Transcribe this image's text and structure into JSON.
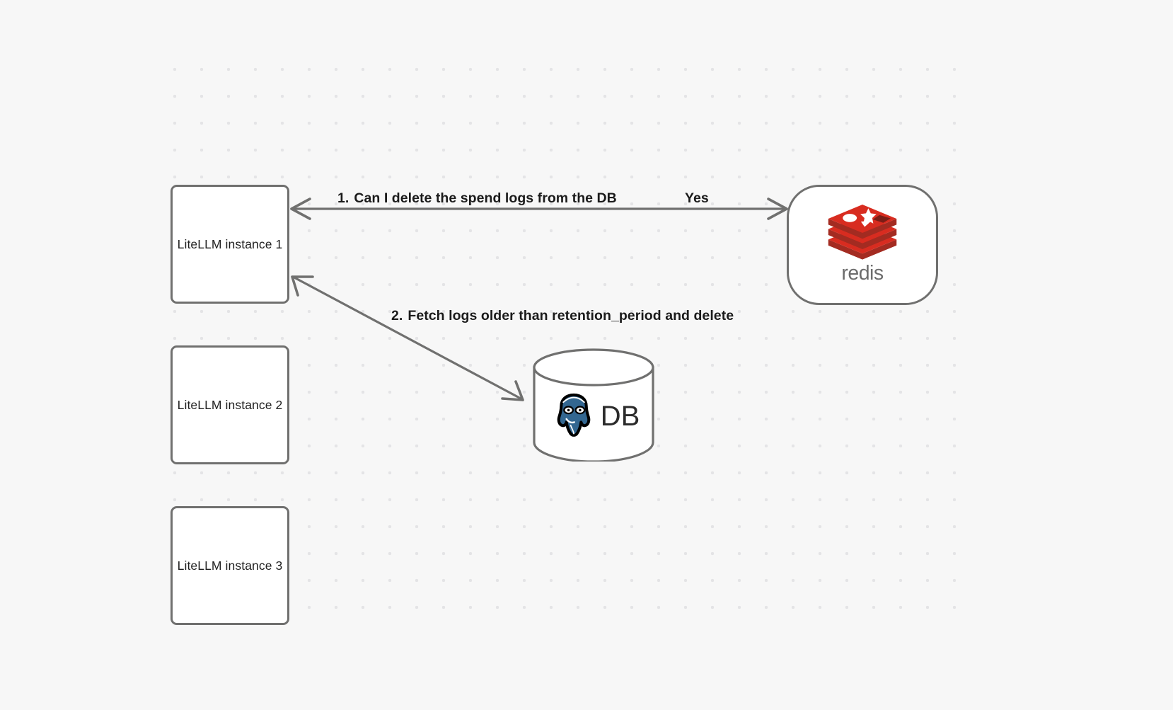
{
  "diagram": {
    "type": "flow-diagram",
    "background_color": "#f7f7f7",
    "grid": "dot-grid",
    "nodes": [
      {
        "id": "litellm-1",
        "label": "LiteLLM instance 1",
        "shape": "rounded-rect"
      },
      {
        "id": "litellm-2",
        "label": "LiteLLM instance 2",
        "shape": "rounded-rect"
      },
      {
        "id": "litellm-3",
        "label": "LiteLLM instance 3",
        "shape": "rounded-rect"
      },
      {
        "id": "redis",
        "label": "redis",
        "shape": "stadium",
        "icon": "redis-logo",
        "color": "#d82c20"
      },
      {
        "id": "db",
        "label": "DB",
        "shape": "cylinder",
        "icon": "postgresql-elephant",
        "color": "#336791"
      }
    ],
    "edges": [
      {
        "id": "edge-1",
        "from": "litellm-1",
        "to": "redis",
        "direction": "bidirectional",
        "number": "1.",
        "label": "Can I delete the spend logs from the DB",
        "reply": "Yes"
      },
      {
        "id": "edge-2",
        "from": "litellm-1",
        "to": "db",
        "direction": "bidirectional",
        "number": "2.",
        "label": "Fetch logs older than retention_period and delete",
        "reply": ""
      }
    ]
  },
  "redis": {
    "wordmark": "redis"
  },
  "db": {
    "text": "DB"
  }
}
